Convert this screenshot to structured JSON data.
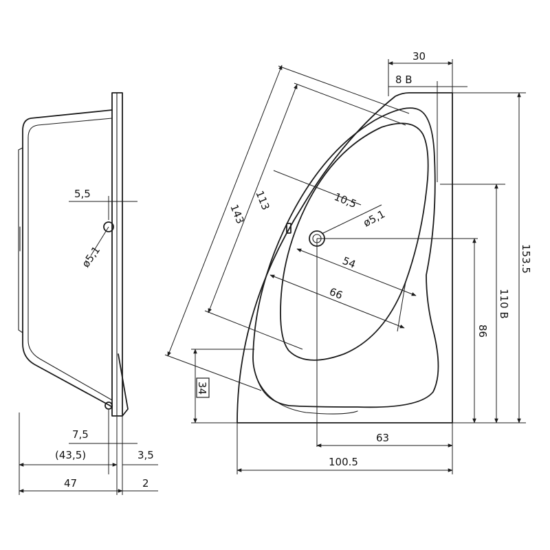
{
  "labels": {
    "side_flange_width": "5,5",
    "side_drain_dia": "ø5,1",
    "side_lip": "7,5",
    "side_depth_inner": "(43,5)",
    "side_rim": "3,5",
    "side_total_height": "47",
    "side_skirt": "2",
    "top_corner_width": "30",
    "top_corner_b": "8 B",
    "top_inner_basin_width": "10,5",
    "top_drain_dia": "ø5,1",
    "top_diag_inner": "113",
    "top_diag_outer": "143",
    "top_inner_width": "54",
    "top_outer_width": "66",
    "top_drain_offset_y": "86",
    "top_height_b": "110 B",
    "top_total_height": "153.5",
    "top_seat_height": "34",
    "top_drain_offset_x": "63",
    "top_total_width": "100.5"
  }
}
